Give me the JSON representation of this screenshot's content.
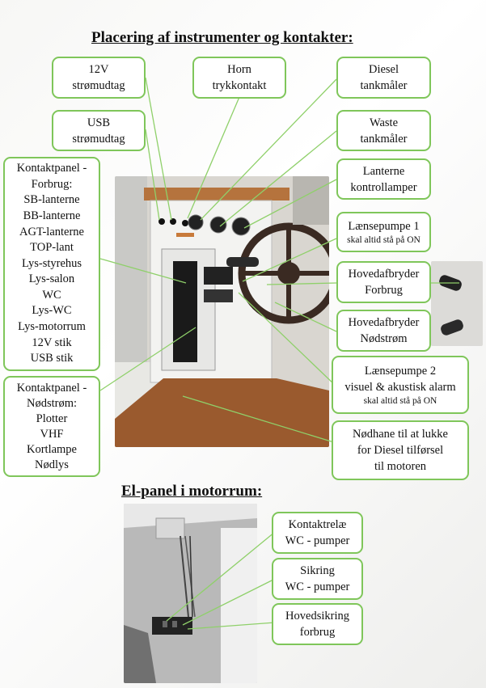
{
  "titles": {
    "top": "Placering af instrumenter og kontakter:",
    "bottom": "El-panel i motorrum:"
  },
  "boxes": {
    "usb12v": [
      "12V",
      "strømudtag"
    ],
    "horn": [
      "Horn",
      "trykkontakt"
    ],
    "diesel": [
      "Diesel",
      "tankmåler"
    ],
    "usb": [
      "USB",
      "strømudtag"
    ],
    "waste": [
      "Waste",
      "tankmåler"
    ],
    "lanterne": [
      "Lanterne",
      "kontrollamper"
    ],
    "forbrug": [
      "Kontaktpanel -",
      "Forbrug:",
      "SB-lanterne",
      "BB-lanterne",
      "AGT-lanterne",
      "TOP-lant",
      "Lys-styrehus",
      "Lys-salon",
      "WC",
      "Lys-WC",
      "Lys-motorrum",
      "12V stik",
      "USB stik"
    ],
    "pumpe1": [
      "Lænsepumpe 1",
      "skal altid stå på ON"
    ],
    "hovedForbrug": [
      "Hovedafbryder",
      "Forbrug"
    ],
    "hovedNod": [
      "Hovedafbryder",
      "Nødstrøm"
    ],
    "nodstrom": [
      "Kontaktpanel -",
      "Nødstrøm:",
      "Plotter",
      "VHF",
      "Kortlampe",
      "Nødlys"
    ],
    "pumpe2": [
      "Lænsepumpe 2",
      "visuel & akustisk alarm",
      "skal altid stå på ON"
    ],
    "nodhane": [
      "Nødhane til at lukke",
      "for Diesel tilførsel",
      "til motoren"
    ],
    "relae": [
      "Kontaktrelæ",
      "WC - pumper"
    ],
    "sikring": [
      "Sikring",
      "WC - pumper"
    ],
    "hovedsikring": [
      "Hovedsikring",
      "forbrug"
    ]
  }
}
